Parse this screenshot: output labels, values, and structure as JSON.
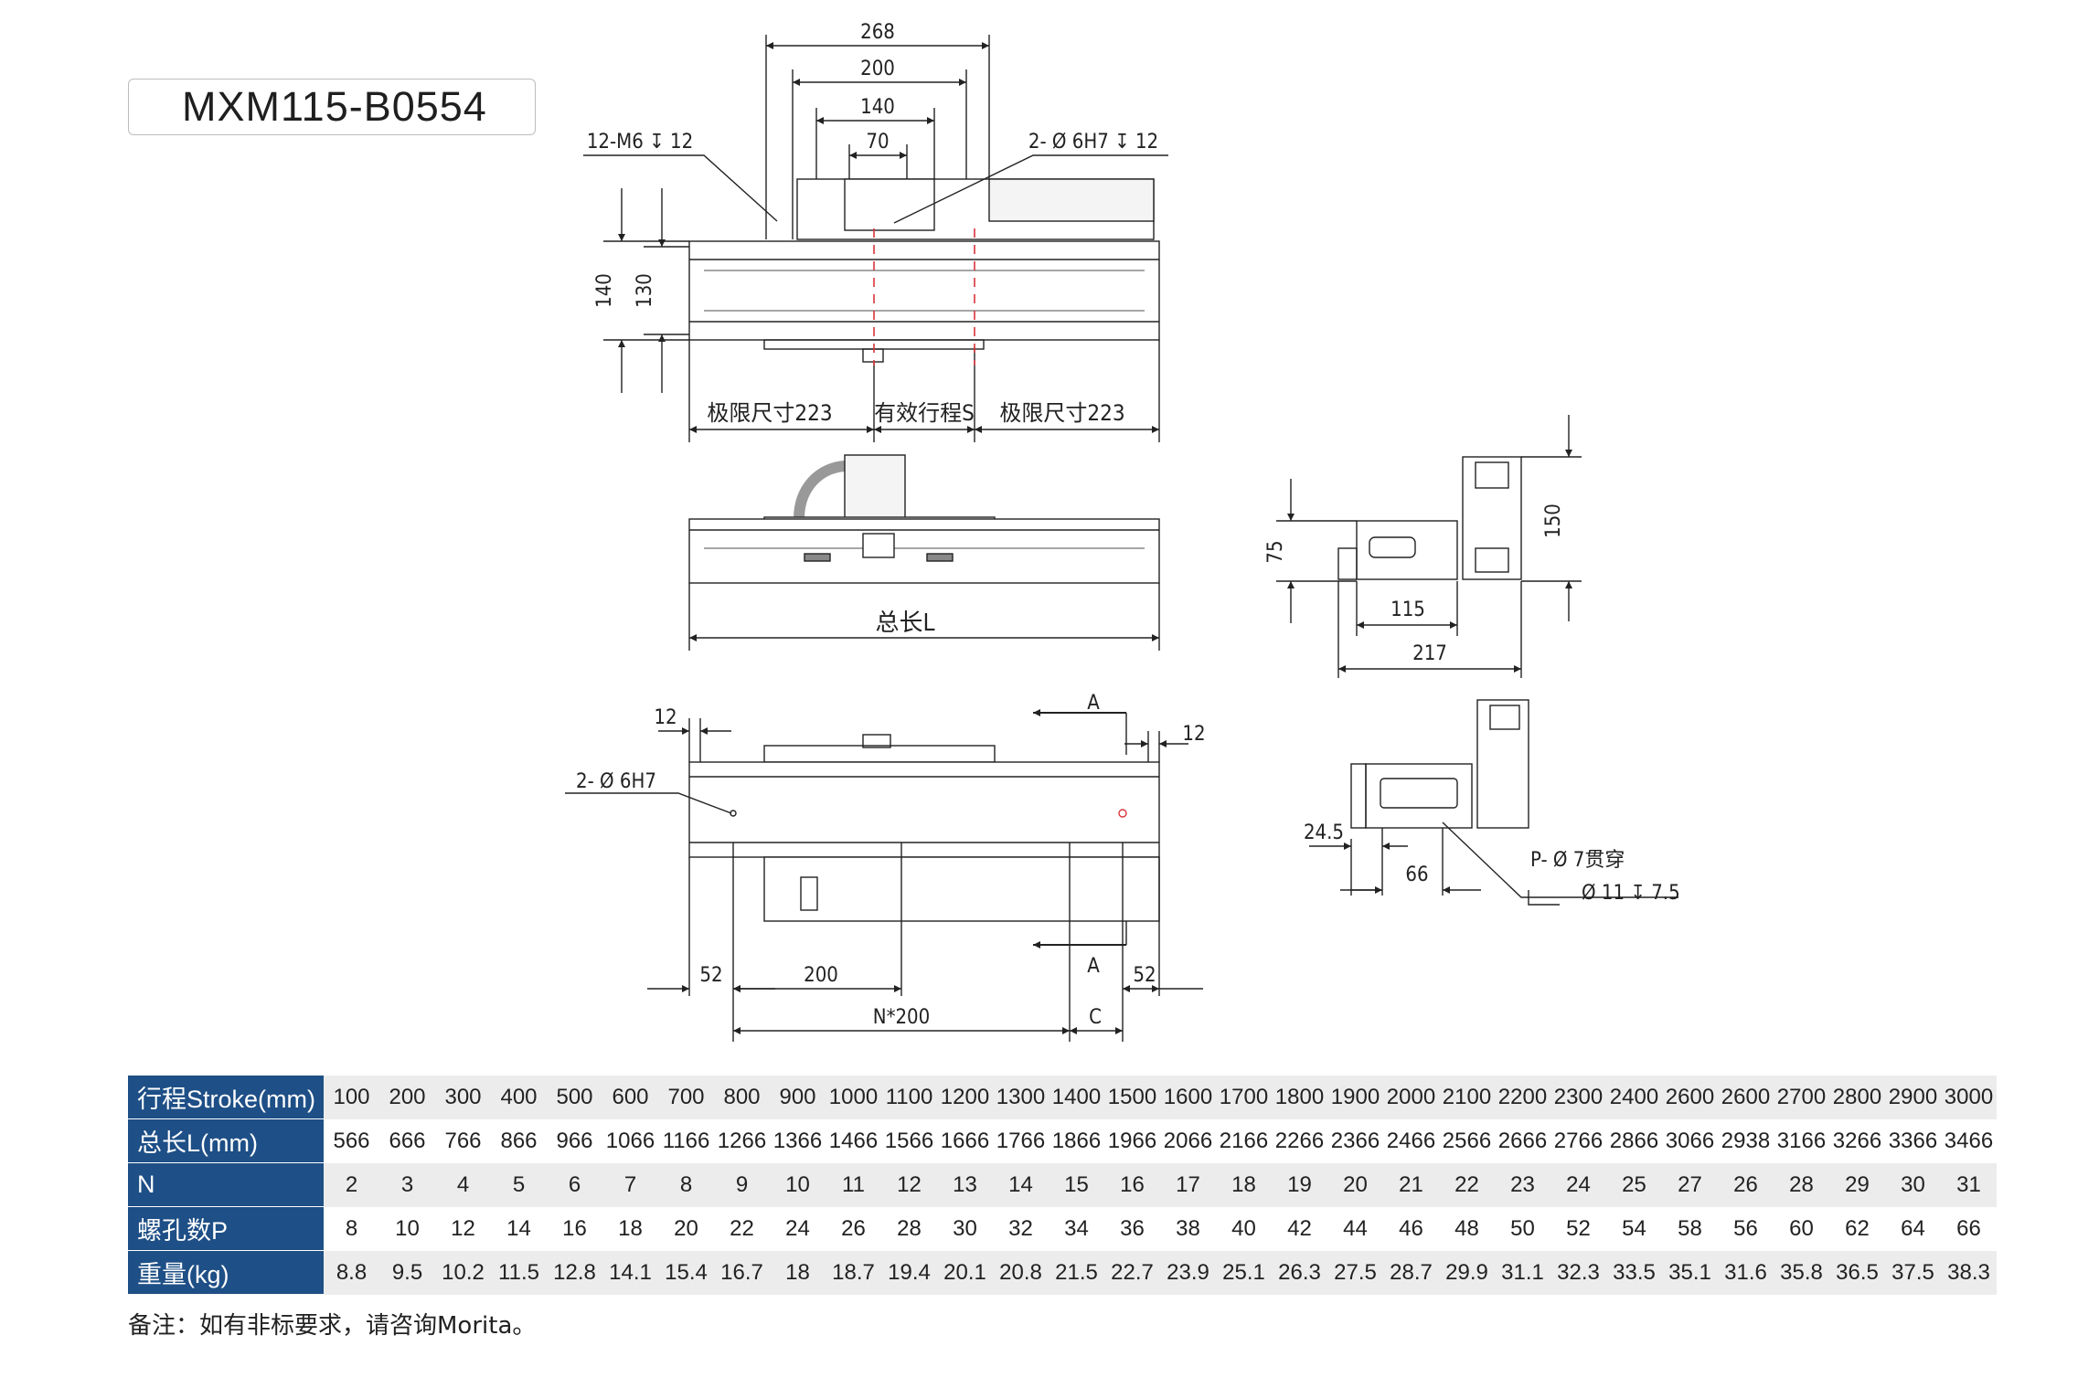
{
  "model": "MXM115-B0554",
  "labels": {
    "dim_268": "268",
    "dim_200_top": "200",
    "dim_140_top": "140",
    "dim_70": "70",
    "tap_holes": "12-M6 ↧ 12",
    "pin_holes_top": "2- Ø 6H7 ↧ 12",
    "dim_140_left": "140",
    "dim_130_left": "130",
    "limit_left": "极限尺寸223",
    "effective_stroke": "有效行程S",
    "limit_right": "极限尺寸223",
    "total_length": "总长L",
    "dim_75": "75",
    "dim_150": "150",
    "dim_115": "115",
    "dim_217": "217",
    "dim_12_left": "12",
    "dim_12_right": "12",
    "section_a_top": "A",
    "section_a_bottom": "A",
    "pin_holes_bottom": "2- Ø 6H7",
    "dim_52_left": "52",
    "dim_200_bottom": "200",
    "dim_52_right": "52",
    "n_pitch": "N*200",
    "dim_c": "C",
    "dim_24_5": "24.5",
    "dim_66": "66",
    "through_holes": "P- Ø 7贯穿",
    "counterbore": "Ø 11 ↧ 7.5"
  },
  "table": {
    "rows": [
      {
        "header": "行程Stroke(mm)",
        "values": [
          "100",
          "200",
          "300",
          "400",
          "500",
          "600",
          "700",
          "800",
          "900",
          "1000",
          "1100",
          "1200",
          "1300",
          "1400",
          "1500",
          "1600",
          "1700",
          "1800",
          "1900",
          "2000",
          "2100",
          "2200",
          "2300",
          "2400",
          "2600",
          "2600",
          "2700",
          "2800",
          "2900",
          "3000"
        ]
      },
      {
        "header": "总长L(mm)",
        "values": [
          "566",
          "666",
          "766",
          "866",
          "966",
          "1066",
          "1166",
          "1266",
          "1366",
          "1466",
          "1566",
          "1666",
          "1766",
          "1866",
          "1966",
          "2066",
          "2166",
          "2266",
          "2366",
          "2466",
          "2566",
          "2666",
          "2766",
          "2866",
          "3066",
          "2938",
          "3166",
          "3266",
          "3366",
          "3466"
        ]
      },
      {
        "header": "N",
        "values": [
          "2",
          "3",
          "4",
          "5",
          "6",
          "7",
          "8",
          "9",
          "10",
          "11",
          "12",
          "13",
          "14",
          "15",
          "16",
          "17",
          "18",
          "19",
          "20",
          "21",
          "22",
          "23",
          "24",
          "25",
          "27",
          "26",
          "28",
          "29",
          "30",
          "31"
        ]
      },
      {
        "header": "螺孔数P",
        "values": [
          "8",
          "10",
          "12",
          "14",
          "16",
          "18",
          "20",
          "22",
          "24",
          "26",
          "28",
          "30",
          "32",
          "34",
          "36",
          "38",
          "40",
          "42",
          "44",
          "46",
          "48",
          "50",
          "52",
          "54",
          "58",
          "56",
          "60",
          "62",
          "64",
          "66"
        ]
      },
      {
        "header": "重量(kg)",
        "values": [
          "8.8",
          "9.5",
          "10.2",
          "11.5",
          "12.8",
          "14.1",
          "15.4",
          "16.7",
          "18",
          "18.7",
          "19.4",
          "20.1",
          "20.8",
          "21.5",
          "22.7",
          "23.9",
          "25.1",
          "26.3",
          "27.5",
          "28.7",
          "29.9",
          "31.1",
          "32.3",
          "33.5",
          "35.1",
          "31.6",
          "35.8",
          "36.5",
          "37.5",
          "38.3"
        ]
      }
    ]
  },
  "note": "备注：如有非标要求，请咨询Morita。",
  "colors": {
    "header_bg": "#1e4f86",
    "stripe": "#ececec",
    "line": "#222222",
    "center_line": "#d9343a"
  }
}
